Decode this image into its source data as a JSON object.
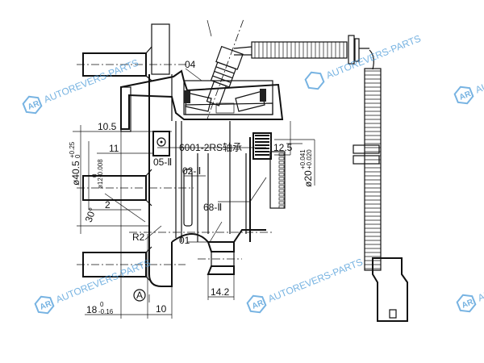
{
  "drawing": {
    "part_labels": {
      "sensor_part": "04",
      "bearing_seal": "05-Ⅱ",
      "inner_ring": "02-Ⅱ",
      "bearing_name": "6001-2RS轴承",
      "tone_ring": "68-Ⅱ",
      "hub": "01",
      "datum": "A"
    },
    "dimensions": {
      "d10_5": "10.5",
      "d11": "11",
      "d2": "2",
      "angle": "30°",
      "radius": "R2",
      "d12_5": "12.5",
      "d14_2": "14.2",
      "d10": "10",
      "dia40_5": "ø40.5",
      "dia40_5_tol_upper": "+0.25",
      "dia40_5_tol_lower": "0",
      "dia12": "ø12",
      "dia12_tol_upper": "0",
      "dia12_tol_lower": "-0.008",
      "dia20": "ø20",
      "dia20_tol_upper": "+0.041",
      "dia20_tol_lower": "+0.020",
      "len18": "18",
      "len18_tol_upper": "0",
      "len18_tol_lower": "-0.16"
    }
  },
  "watermark": {
    "text": "AUTOREVERS-PARTS",
    "logo": "AR",
    "color": "#4a9ad8"
  }
}
